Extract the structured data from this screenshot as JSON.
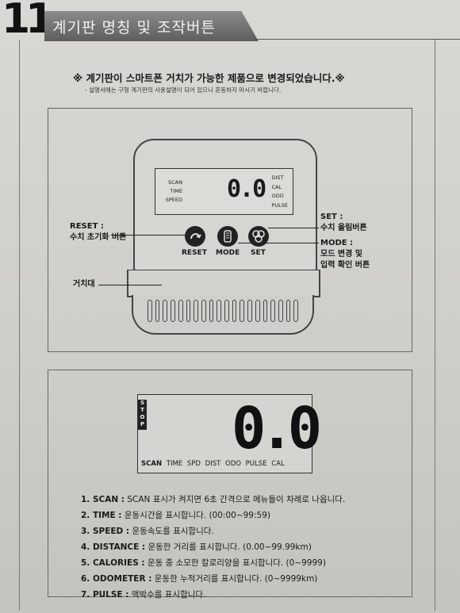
{
  "header": {
    "section_number": "11",
    "title": "계기판 명칭 및 조작버튼"
  },
  "notice": {
    "main": "※ 계기판이 스마트폰 거치가 가능한 제품으로 변경되었습니다.※",
    "sub": "- 설명서에는 구형 계기판의 사용설명이 되어 있으니 혼동하지 마시기 바랍니다."
  },
  "console": {
    "screen_left": [
      "SCAN",
      "TIME",
      "SPEED"
    ],
    "screen_right": [
      "DIST",
      "CAL",
      "ODO",
      "PULSE"
    ],
    "screen_value": "0.0",
    "buttons": [
      {
        "label": "RESET",
        "icon": "reset-icon"
      },
      {
        "label": "MODE",
        "icon": "mode-icon"
      },
      {
        "label": "SET",
        "icon": "set-icon"
      }
    ],
    "callouts": {
      "reset_title": "RESET :",
      "reset_desc": "수치 초기화 버튼",
      "set_title": "SET :",
      "set_desc": "수치 올림버튼",
      "mode_title": "MODE :",
      "mode_desc1": "모드 변경 및",
      "mode_desc2": "입력 확인 버튼",
      "holder": "거치대"
    }
  },
  "lcd": {
    "stop_label": "STOP",
    "value": "0.0",
    "row": [
      "SCAN",
      "TIME",
      "SPD",
      "DIST",
      "ODO",
      "PULSE",
      "CAL"
    ]
  },
  "descriptions": [
    {
      "term": "1. SCAN :",
      "text": "SCAN 표시가 켜지면 6초 간격으로 메뉴들이 차례로 나옵니다."
    },
    {
      "term": "2. TIME :",
      "text": "운동시간을 표시합니다. (00:00~99:59)"
    },
    {
      "term": "3. SPEED :",
      "text": "운동속도를 표시합니다."
    },
    {
      "term": "4. DISTANCE :",
      "text": "운동한 거리를 표시합니다. (0.00~99.99km)"
    },
    {
      "term": "5. CALORIES :",
      "text": "운동 중 소모한 칼로리양을 표시합니다. (0~9999)"
    },
    {
      "term": "6. ODOMETER :",
      "text": "운동한 누적거리를 표시합니다. (0~9999km)"
    },
    {
      "term": "7. PULSE :",
      "text": "맥박수를 표시합니다."
    }
  ]
}
